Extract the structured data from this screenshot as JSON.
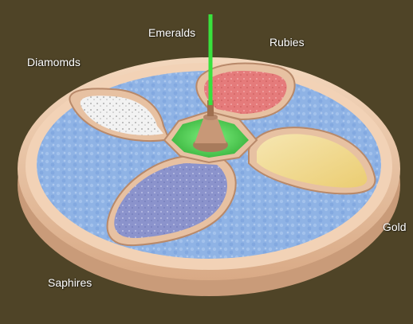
{
  "colors": {
    "background": "#4f4427",
    "rim": "#e7c1a2",
    "water": "#8fb3e5",
    "diamonds": "#f2f2f2",
    "rubies": "#e57b7b",
    "gold": "#f0d98d",
    "saphires": "#8b93cc",
    "emeralds": "#41c94a",
    "beam": "#39e13d"
  },
  "labels": {
    "emeralds": "Emeralds",
    "rubies": "Rubies",
    "diamonds": "Diamomds",
    "gold": "Gold",
    "saphires": "Saphires"
  }
}
